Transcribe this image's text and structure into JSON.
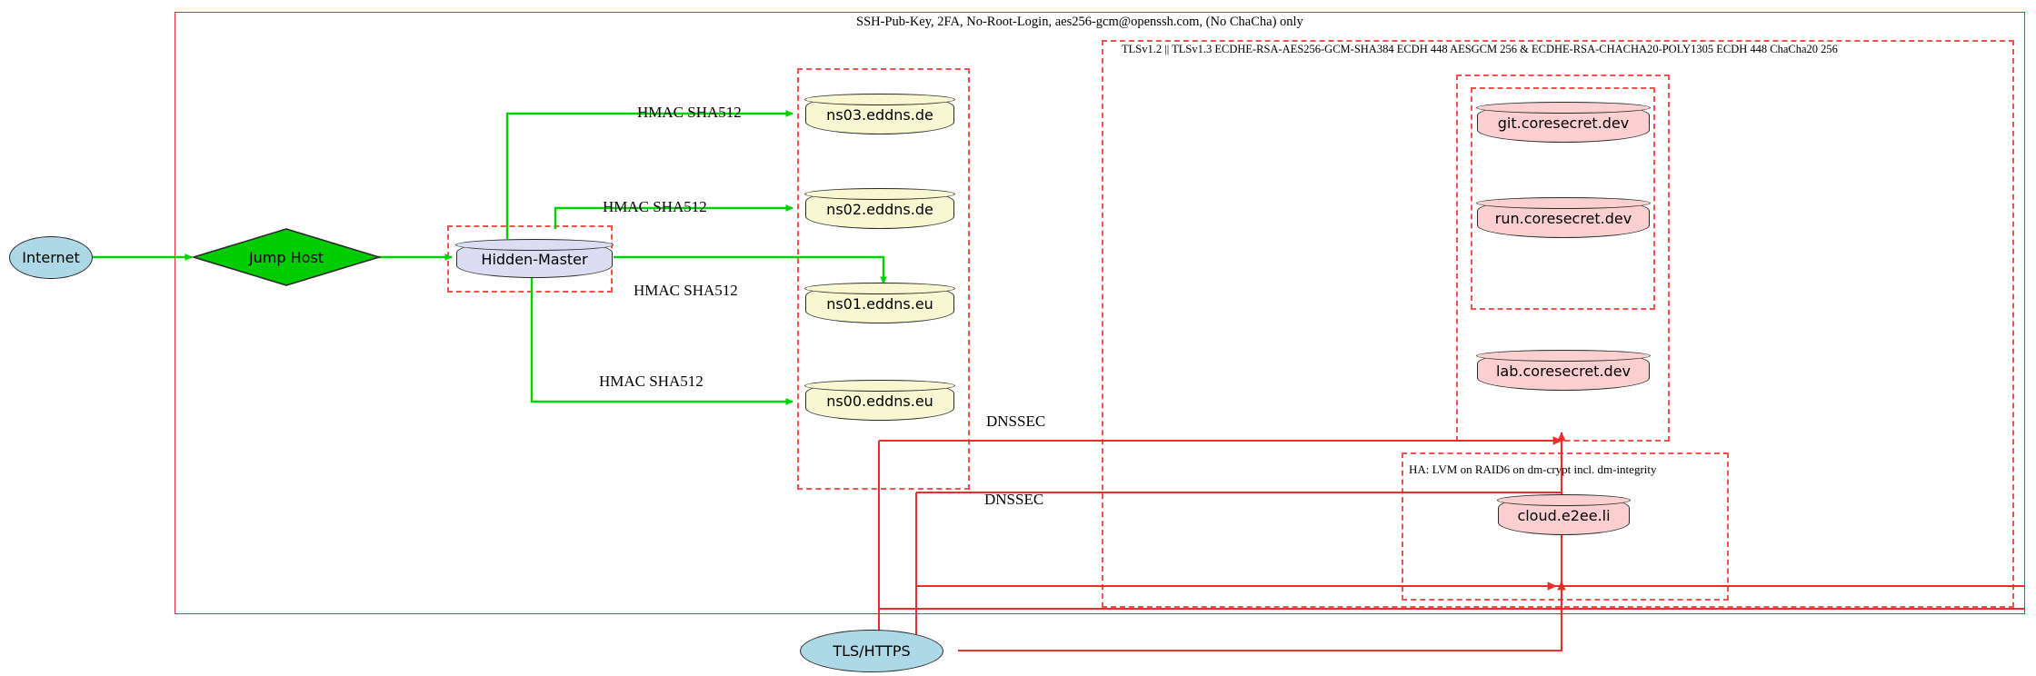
{
  "diagram": {
    "title_label": "SSH-Pub-Key, 2FA, No-Root-Login, aes256-gcm@openssh.com, (No ChaCha) only",
    "clusters": [
      {
        "name": "ssh-cluster",
        "label": "SSH-Pub-Key, 2FA, No-Root-Login, aes256-gcm@openssh.com, (No ChaCha) only"
      },
      {
        "name": "tls-cluster",
        "label": "TLSv1.2 || TLSv1.3 ECDHE-RSA-AES256-GCM-SHA384 ECDH 448 AESGCM 256 & ECDHE-RSA-CHACHA20-POLY1305 ECDH 448 ChaCha20 256"
      },
      {
        "name": "ha-cluster",
        "label": "HA: LVM on RAID6 on dm-crypt incl. dm-integrity"
      },
      {
        "name": "dns-cluster",
        "label": ""
      },
      {
        "name": "hidden-master-cluster",
        "label": ""
      },
      {
        "name": "coresecret-cluster",
        "label": ""
      },
      {
        "name": "coresecret-inner-cluster",
        "label": ""
      }
    ],
    "nodes": [
      {
        "name": "internet",
        "label": "Internet",
        "shape": "ellipse",
        "color": "#add8e6"
      },
      {
        "name": "jump-host",
        "label": "Jump Host",
        "shape": "diamond",
        "color": "#00cc00"
      },
      {
        "name": "hidden-master",
        "label": "Hidden-Master",
        "shape": "cylinder",
        "color": "#dcdcf2"
      },
      {
        "name": "ns03",
        "label": "ns03.eddns.de",
        "shape": "cylinder",
        "color": "#f7f7d2"
      },
      {
        "name": "ns02",
        "label": "ns02.eddns.de",
        "shape": "cylinder",
        "color": "#f7f7d2"
      },
      {
        "name": "ns01",
        "label": "ns01.eddns.eu",
        "shape": "cylinder",
        "color": "#f7f7d2"
      },
      {
        "name": "ns00",
        "label": "ns00.eddns.eu",
        "shape": "cylinder",
        "color": "#f7f7d2"
      },
      {
        "name": "git-coresecret",
        "label": "git.coresecret.dev",
        "shape": "cylinder",
        "color": "#fbcfcf"
      },
      {
        "name": "run-coresecret",
        "label": "run.coresecret.dev",
        "shape": "cylinder",
        "color": "#fbcfcf"
      },
      {
        "name": "lab-coresecret",
        "label": "lab.coresecret.dev",
        "shape": "cylinder",
        "color": "#fbcfcf"
      },
      {
        "name": "cloud-e2ee",
        "label": "cloud.e2ee.li",
        "shape": "cylinder",
        "color": "#fbcfcf"
      },
      {
        "name": "tls-https",
        "label": "TLS/HTTPS",
        "shape": "ellipse",
        "color": "#add8e6"
      }
    ],
    "edge_labels": [
      {
        "name": "hmac-label-ns03",
        "label": "HMAC SHA512"
      },
      {
        "name": "hmac-label-ns02",
        "label": "HMAC SHA512"
      },
      {
        "name": "hmac-label-ns01",
        "label": "HMAC SHA512"
      },
      {
        "name": "hmac-label-ns00",
        "label": "HMAC SHA512"
      },
      {
        "name": "dnssec-label-upper",
        "label": "DNSSEC"
      },
      {
        "name": "dnssec-label-lower",
        "label": "DNSSEC"
      }
    ],
    "colors": {
      "edge_green": "#00d100",
      "edge_red": "#ef2b2b",
      "cluster_dash_red": "#f4524d",
      "node_yellow": "#f7f7d2",
      "node_pink": "#fbcfcf",
      "node_lavender": "#dcdcf2",
      "node_blue": "#add8e6",
      "node_green": "#00cc00",
      "stroke_dark": "#2b2b2b"
    }
  }
}
